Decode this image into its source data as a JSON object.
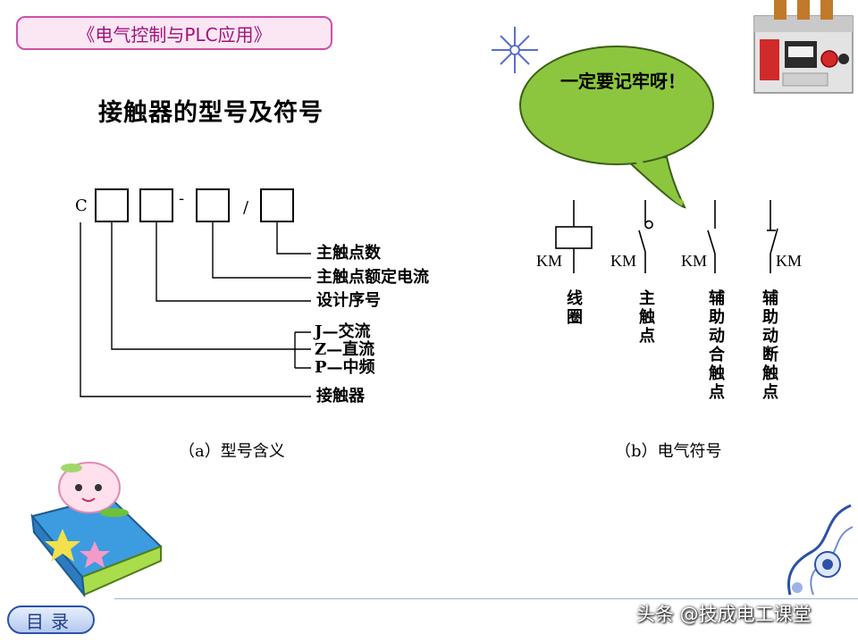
{
  "header": {
    "course_title": "《电气控制与PLC应用》",
    "slide_heading": "接触器的型号及符号"
  },
  "diagram_a": {
    "prefix": "C",
    "dash": "-",
    "slash": "/",
    "annotations": {
      "main_contact_count": "主触点数",
      "main_contact_rated_current": "主触点额定电流",
      "design_serial": "设计序号",
      "current_type": [
        "J—交流",
        "Z—直流",
        "P—中频"
      ],
      "contactor": "接触器"
    },
    "caption": "（a）型号含义"
  },
  "diagram_b": {
    "bubble_text": "一定要记牢呀！",
    "symbols": [
      {
        "tag": "KM",
        "label": "线圈"
      },
      {
        "tag": "KM",
        "label": "主触点"
      },
      {
        "tag": "KM",
        "label": "辅助动合触点"
      },
      {
        "tag": "KM",
        "label": "辅助动断触点"
      }
    ],
    "caption": "（b）电气符号"
  },
  "footer": {
    "menu_label": "目录",
    "watermark": "头条 @技成电工课堂"
  },
  "colors": {
    "title_border": "#d04fa8",
    "title_text": "#a0147a",
    "bubble_fill": "#8cc63f",
    "menu_border": "#2b52a8"
  }
}
